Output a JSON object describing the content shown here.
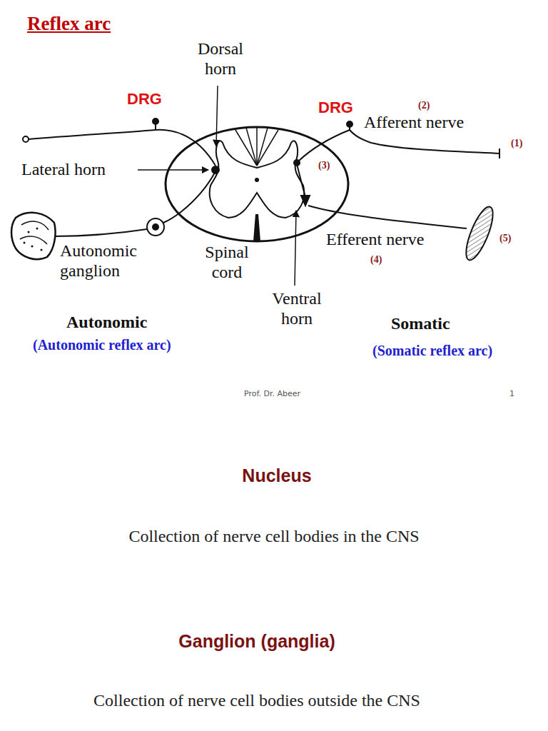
{
  "diagram": {
    "title": "Reflex arc",
    "labels": [
      "Dorsal horn",
      "DRG",
      "DRG",
      "(2)",
      "Afferent nerve",
      "(1)",
      "Lateral horn",
      "(3)",
      "Autonomic ganglion",
      "Spinal cord",
      "Efferent nerve",
      "(5)",
      "(4)",
      "Ventral horn",
      "Autonomic",
      "Somatic",
      "(Autonomic reflex arc)",
      "(Somatic reflex arc)",
      "Prof. Dr. Abeer",
      "1",
      "Nucleus",
      "Collection of nerve cell bodies in the CNS",
      "Ganglion (ganglia)",
      "Collection of nerve cell bodies outside the CNS"
    ]
  }
}
